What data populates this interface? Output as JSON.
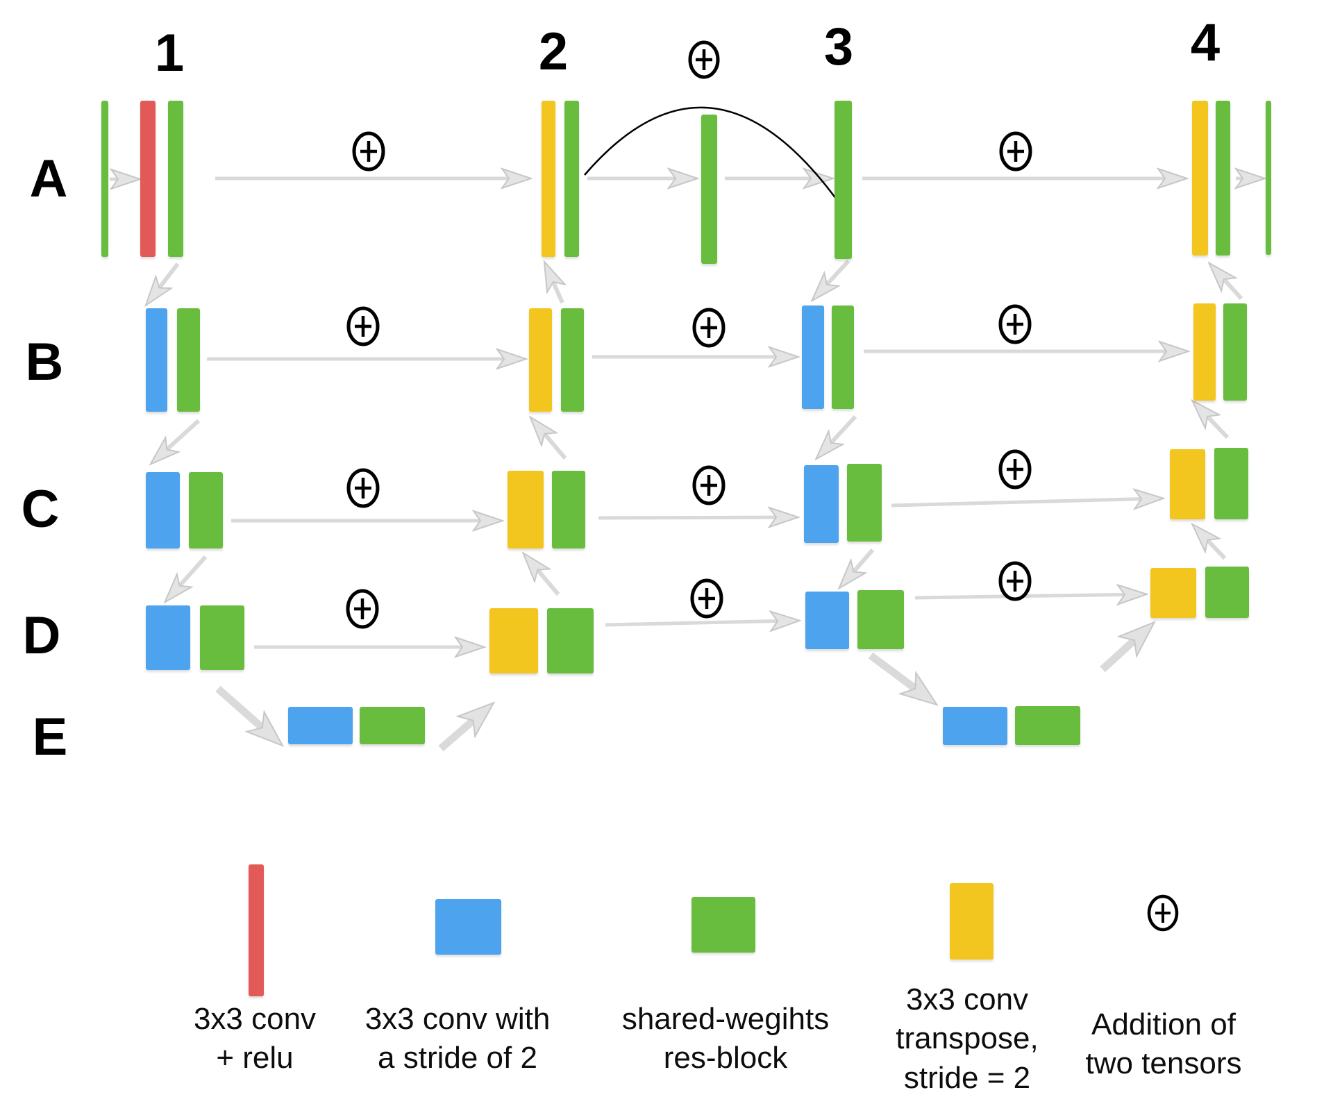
{
  "row_labels": [
    "A",
    "B",
    "C",
    "D",
    "E"
  ],
  "column_labels": [
    "1",
    "2",
    "3",
    "4"
  ],
  "plus_symbol": "⊕",
  "colors": {
    "red": "#e25a57",
    "blue": "#4da3ee",
    "green": "#68bd3e",
    "yellow": "#f3c51f",
    "arrow_gray": "#d9d9d9",
    "curve_black": "#000000",
    "background": "#ffffff",
    "text": "#000000"
  },
  "legend": {
    "items": [
      {
        "icon": "red-bar-icon",
        "color": "#e25a57",
        "line1": "3x3 conv",
        "line2": "+ relu"
      },
      {
        "icon": "blue-rect-icon",
        "color": "#4da3ee",
        "line1": "3x3 conv with",
        "line2": "a stride of 2"
      },
      {
        "icon": "green-rect-icon",
        "color": "#68bd3e",
        "line1": "shared-wegihts",
        "line2": "res-block"
      },
      {
        "icon": "yellow-rect-icon",
        "color": "#f3c51f",
        "line1": "3x3 conv",
        "line2": "transpose,",
        "line3": "stride = 2"
      },
      {
        "icon": "plus-circle-icon",
        "color": "#000000",
        "line1": "Addition of",
        "line2": "two tensors"
      }
    ]
  },
  "structure": {
    "A": {
      "col1": [
        "thin-green-input",
        "red-conv-relu",
        "green-resblock"
      ],
      "col2": [
        "yellow-conv-transpose",
        "green-resblock"
      ],
      "between_2_3": [
        "green-resblock"
      ],
      "col3": [
        "green-resblock"
      ],
      "col4": [
        "yellow-conv-transpose",
        "green-resblock",
        "thin-green-output"
      ],
      "skip_additions": [
        "1-2",
        "2-3-arc",
        "3-4"
      ]
    },
    "B": {
      "col1": [
        "blue-stride2-conv",
        "green-resblock"
      ],
      "col2": [
        "yellow-conv-transpose",
        "green-resblock"
      ],
      "col3": [
        "blue-stride2-conv",
        "green-resblock"
      ],
      "col4": [
        "yellow-conv-transpose",
        "green-resblock"
      ],
      "skip_additions": [
        "1-2",
        "2-3",
        "3-4"
      ]
    },
    "C": {
      "col1": [
        "blue-stride2-conv",
        "green-resblock"
      ],
      "col2": [
        "yellow-conv-transpose",
        "green-resblock"
      ],
      "col3": [
        "blue-stride2-conv",
        "green-resblock"
      ],
      "col4": [
        "yellow-conv-transpose",
        "green-resblock"
      ],
      "skip_additions": [
        "1-2",
        "2-3",
        "3-4"
      ]
    },
    "D": {
      "col1": [
        "blue-stride2-conv",
        "green-resblock"
      ],
      "col2": [
        "yellow-conv-transpose",
        "green-resblock"
      ],
      "col3": [
        "blue-stride2-conv",
        "green-resblock"
      ],
      "col4": [
        "yellow-conv-transpose",
        "green-resblock"
      ],
      "skip_additions": [
        "1-2",
        "2-3",
        "3-4"
      ]
    },
    "E": {
      "bottom_left": [
        "blue-stride2-conv",
        "green-resblock"
      ],
      "bottom_right": [
        "blue-stride2-conv",
        "green-resblock"
      ]
    }
  }
}
